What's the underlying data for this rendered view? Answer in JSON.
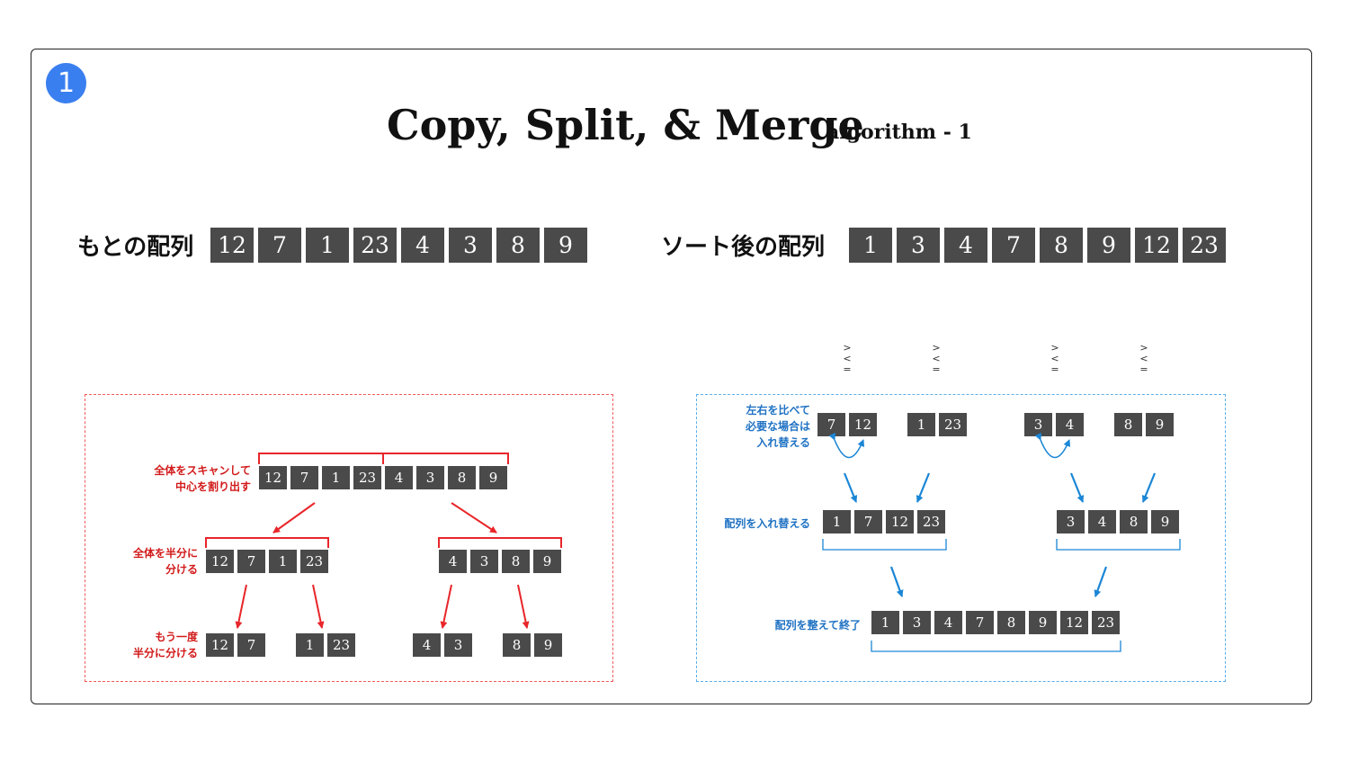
{
  "step_number": "1",
  "title": "Copy, Split, & Merge",
  "subtitle": "algorithm - 1",
  "original_label": "もとの配列",
  "sorted_label": "ソート後の配列",
  "original_array": [
    "12",
    "7",
    "1",
    "23",
    "4",
    "3",
    "8",
    "9"
  ],
  "sorted_array": [
    "1",
    "3",
    "4",
    "7",
    "8",
    "9",
    "12",
    "23"
  ],
  "split_panel": {
    "note_scan": [
      "全体をスキャンして",
      "中心を割り出す"
    ],
    "note_half": [
      "全体を半分に",
      "分ける"
    ],
    "note_again": [
      "もう一度",
      "半分に分ける"
    ],
    "row1": [
      "12",
      "7",
      "1",
      "23",
      "4",
      "3",
      "8",
      "9"
    ],
    "row2_left": [
      "12",
      "7",
      "1",
      "23"
    ],
    "row2_right": [
      "4",
      "3",
      "8",
      "9"
    ],
    "row3_a": [
      "12",
      "7"
    ],
    "row3_b": [
      "1",
      "23"
    ],
    "row3_c": [
      "4",
      "3"
    ],
    "row3_d": [
      "8",
      "9"
    ],
    "color": "#e8262a"
  },
  "merge_panel": {
    "note_compare": [
      "左右を比べて",
      "必要な場合は",
      "入れ替える"
    ],
    "note_swap": "配列を入れ替える",
    "note_finish": "配列を整えて終了",
    "row1_a": [
      "7",
      "12"
    ],
    "row1_b": [
      "1",
      "23"
    ],
    "row1_c": [
      "3",
      "4"
    ],
    "row1_d": [
      "8",
      "9"
    ],
    "row2_left": [
      "1",
      "7",
      "12",
      "23"
    ],
    "row2_right": [
      "3",
      "4",
      "8",
      "9"
    ],
    "row3": [
      "1",
      "3",
      "4",
      "7",
      "8",
      "9",
      "12",
      "23"
    ],
    "compare_symbols": [
      ">",
      "<",
      "="
    ],
    "color": "#1a86d6"
  }
}
